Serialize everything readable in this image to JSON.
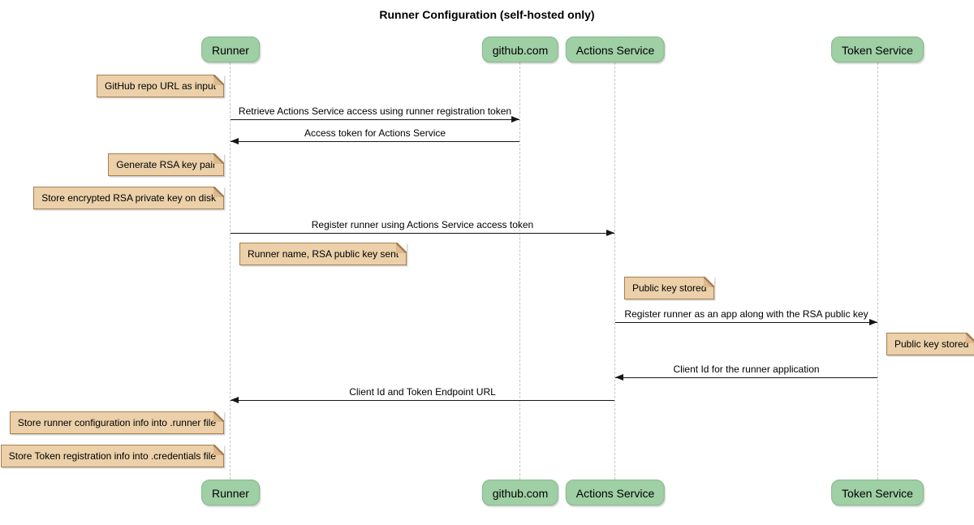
{
  "title": "Runner Configuration (self-hosted only)",
  "participants": [
    {
      "name": "Runner"
    },
    {
      "name": "github.com"
    },
    {
      "name": "Actions Service"
    },
    {
      "name": "Token Service"
    }
  ],
  "messages": [
    {
      "label": "Retrieve Actions Service access using runner registration token",
      "from": "Runner",
      "to": "github.com",
      "direction": "right"
    },
    {
      "label": "Access token for Actions Service",
      "from": "github.com",
      "to": "Runner",
      "direction": "left"
    },
    {
      "label": "Register runner using Actions Service access token",
      "from": "Runner",
      "to": "Actions Service",
      "direction": "right"
    },
    {
      "label": "Register runner as an app along with the RSA public key",
      "from": "Actions Service",
      "to": "Token Service",
      "direction": "right"
    },
    {
      "label": "Client Id for the runner application",
      "from": "Token Service",
      "to": "Actions Service",
      "direction": "left"
    },
    {
      "label": "Client Id and Token Endpoint URL",
      "from": "Actions Service",
      "to": "Runner",
      "direction": "left"
    }
  ],
  "notes": [
    {
      "text": "GitHub repo URL as input",
      "position": "left of Runner"
    },
    {
      "text": "Generate RSA key pair",
      "position": "left of Runner"
    },
    {
      "text": "Store encrypted RSA private key on disk",
      "position": "left of Runner"
    },
    {
      "text": "Runner name, RSA public key sent",
      "position": "right of Runner"
    },
    {
      "text": "Public key stored",
      "position": "right of Actions Service"
    },
    {
      "text": "Public key stored",
      "position": "right of Token Service"
    },
    {
      "text": "Store runner configuration info into .runner file",
      "position": "left of Runner"
    },
    {
      "text": "Store Token registration info into .credentials file",
      "position": "left of Runner"
    }
  ],
  "colors": {
    "background": "#ffffff",
    "text": "#000000",
    "participant_fill": "#9fcfa5",
    "participant_border": "#86b88a",
    "note_fill": "#ebd0a9",
    "note_border": "#a97e4f",
    "note_fold_flap": "#dcb98e",
    "lifeline": "#c4c4c4",
    "arrow": "#161616"
  }
}
